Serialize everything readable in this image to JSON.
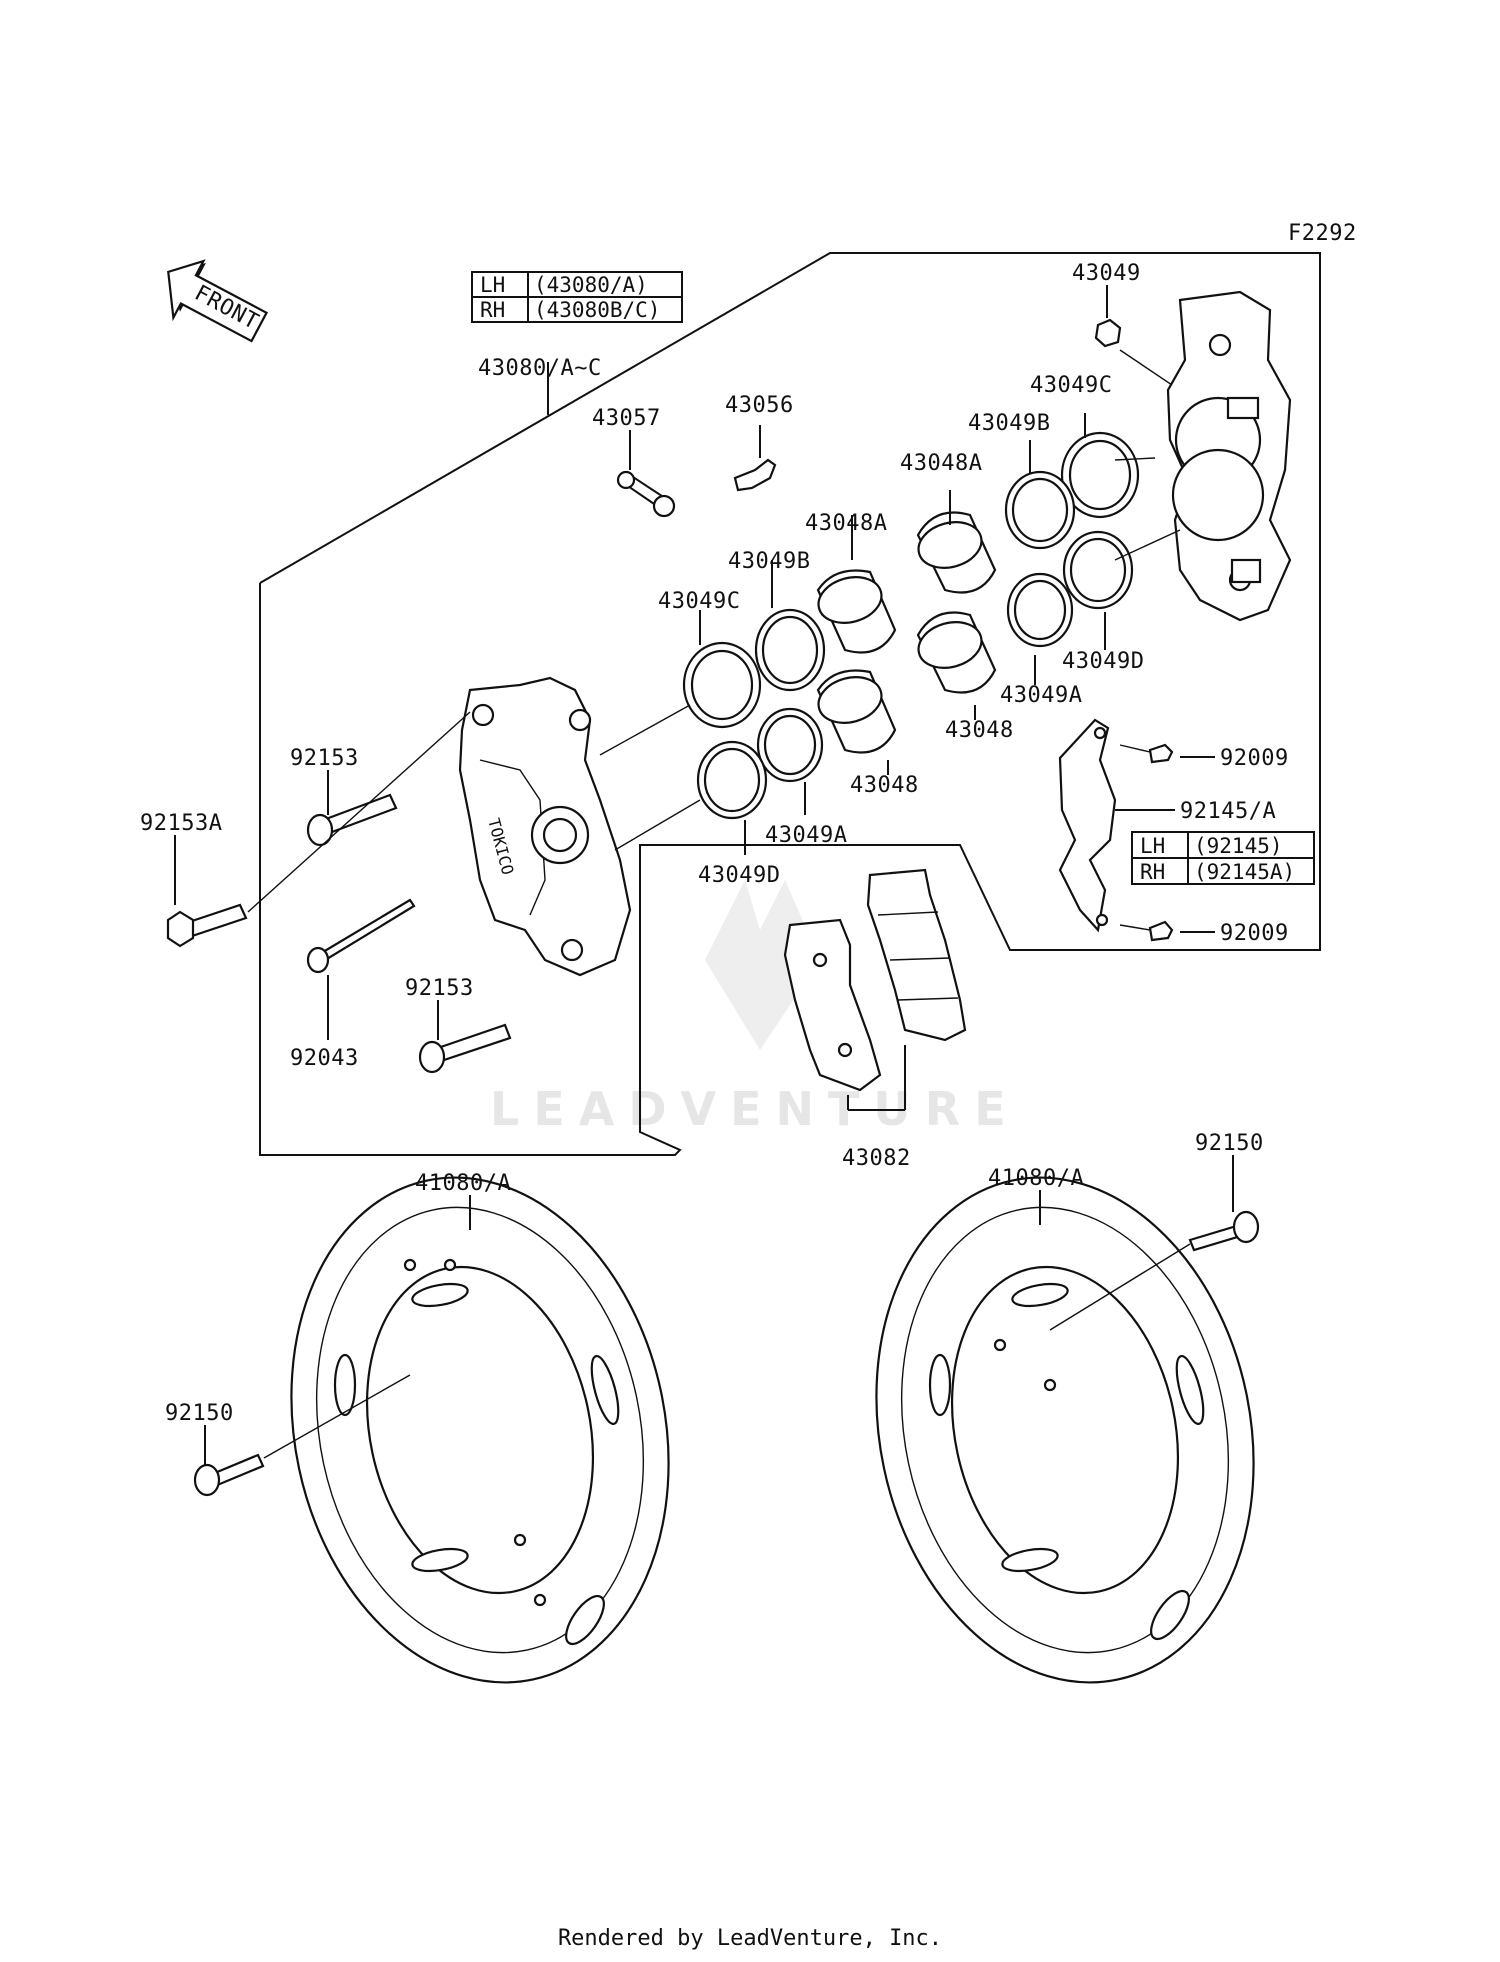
{
  "diagram": {
    "figure_code": "F2292",
    "front_label": "FRONT",
    "caliper_table": [
      {
        "side": "LH",
        "code": "(43080/A)"
      },
      {
        "side": "RH",
        "code": "(43080B/C)"
      }
    ],
    "bracket_table": [
      {
        "side": "LH",
        "code": "(92145)"
      },
      {
        "side": "RH",
        "code": "(92145A)"
      }
    ],
    "part_labels": {
      "caliper_assy": "43080/A~C",
      "bleed_cap": "43057",
      "bleeder_valve": "43056",
      "nut_top": "43049",
      "seal_c_right": "43049C",
      "seal_b_right": "43049B",
      "piston_a_right": "43048A",
      "piston_a_left": "43048A",
      "seal_b_left": "43049B",
      "seal_c_left": "43049C",
      "seal_d_right": "43049D",
      "seal_a_right": "43049A",
      "piston_right": "43048",
      "piston_left": "43048",
      "seal_a_left": "43049A",
      "seal_d_left": "43049D",
      "bolt_top": "92009",
      "bracket": "92145/A",
      "bolt_bottom": "92009",
      "bolt_92153_top": "92153",
      "bolt_92153A": "92153A",
      "pin": "92043",
      "bolt_92153_bottom": "92153",
      "pads": "43082",
      "disc_left": "41080/A",
      "disc_right": "41080/A",
      "disc_bolt_right": "92150",
      "disc_bolt_left": "92150"
    },
    "watermark": "LEADVENTURE"
  },
  "footer": "Rendered by LeadVenture, Inc."
}
